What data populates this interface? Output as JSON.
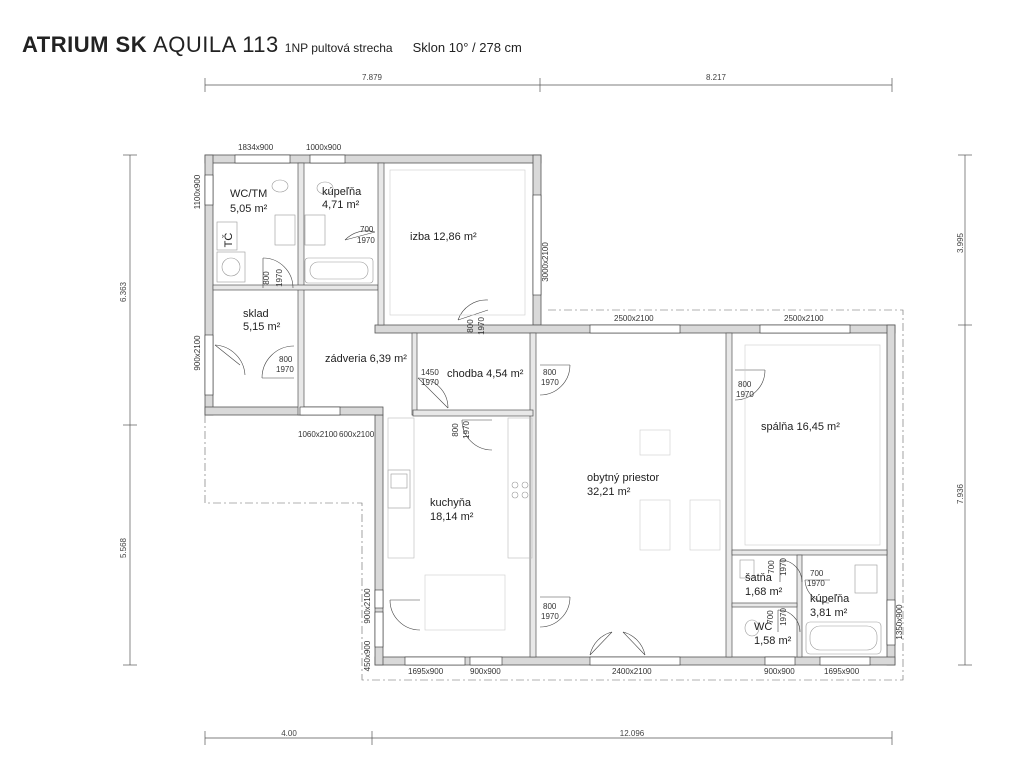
{
  "title": {
    "brand": "ATRIUM SK",
    "model": "AQUILA 113",
    "subtitle": "1NP pultová strecha",
    "slope": "Sklon 10° / 278 cm"
  },
  "dims": {
    "top_left": "7.879",
    "top_right": "8.217",
    "bottom_left": "4.00",
    "bottom_right": "12.096",
    "left_upper": "6.363",
    "left_lower": "5.568",
    "right_upper": "3.995",
    "right_lower": "7.936"
  },
  "rooms": [
    {
      "name": "WC/TM",
      "area": "5,05 m²"
    },
    {
      "name": "kúpeľňa",
      "area": "4,71 m²"
    },
    {
      "name": "izba 12,86 m²",
      "area": ""
    },
    {
      "name": "sklad",
      "area": "5,15 m²"
    },
    {
      "name": "zádveria 6,39 m²",
      "area": ""
    },
    {
      "name": "chodba 4,54 m²",
      "area": ""
    },
    {
      "name": "kuchyňa",
      "area": "18,14 m²"
    },
    {
      "name": "obytný priestor",
      "area": "32,21 m²"
    },
    {
      "name": "spálňa 16,45 m²",
      "area": ""
    },
    {
      "name": "šatňa",
      "area": "1,68 m²"
    },
    {
      "name": "kúpeľňa",
      "area": "3,81 m²"
    },
    {
      "name": "WC",
      "area": "1,58 m²"
    }
  ],
  "labels": {
    "tc": "TČ"
  },
  "openings": {
    "w_1834": "1834x900",
    "w_1000": "1000x900",
    "w_1100": "1100x900",
    "w_900_2100_left": "900x2100",
    "w_3000": "3000x2100",
    "w_2500_a": "2500x2100",
    "w_2500_b": "2500x2100",
    "w_1060": "1060x2100",
    "w_600": "600x2100",
    "w_450": "450x900",
    "w_900_2100_k": "900x2100",
    "w_1695_a": "1695x900",
    "w_900_a": "900x900",
    "w_2400": "2400x2100",
    "w_900_b": "900x900",
    "w_1695_b": "1695x900",
    "w_1350": "1350x900",
    "d_700_kup": "700",
    "d_1970_kup": "1970",
    "d_800_wc": "800",
    "d_1970_wc": "1970",
    "d_800_izba": "800",
    "d_1970_izba": "1970",
    "d_800_sklad": "800",
    "d_1970_sklad": "1970",
    "d_1450": "1450",
    "d_1970_ch": "1970",
    "d_800_chob": "800",
    "d_1970_chob": "1970",
    "d_800_kuch": "800",
    "d_1970_kuch": "1970",
    "d_800_sp": "800",
    "d_1970_sp": "1970",
    "d_800_ob": "800",
    "d_1970_ob": "1970",
    "d_700_sat": "700",
    "d_1970_sat": "1970",
    "d_700_kup2": "700",
    "d_1970_kup2": "1970",
    "d_700_wc2": "700",
    "d_1970_wc2": "1970"
  }
}
